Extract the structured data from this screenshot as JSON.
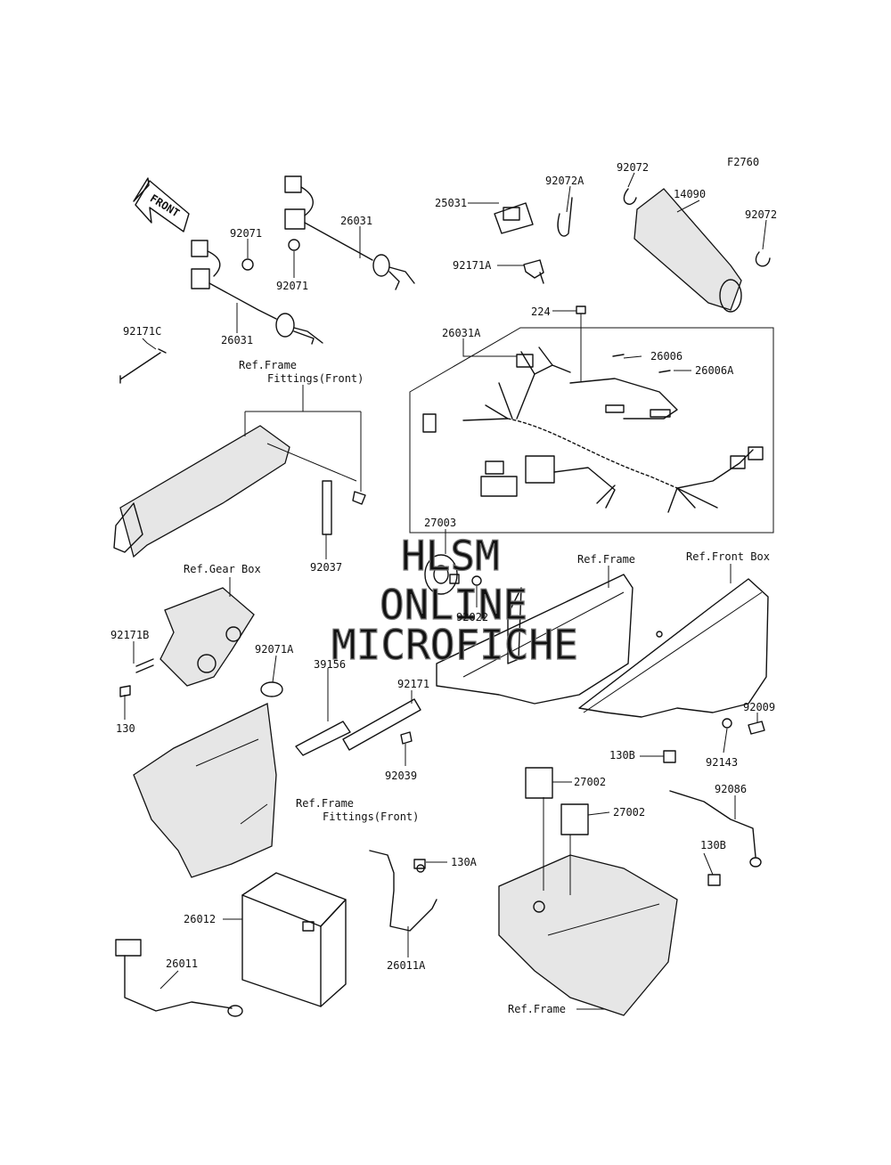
{
  "figure_code": "F2760",
  "front_arrow_text": "FRONT",
  "watermark": {
    "line1": "HLSM",
    "line2": "ONLINE",
    "line3": "MICROFICHE"
  },
  "labels": {
    "p92072_top": "92072",
    "p92072A": "92072A",
    "p14090": "14090",
    "p92072_right": "92072",
    "p25031": "25031",
    "p92171A": "92171A",
    "p26031_top": "26031",
    "p92071_a": "92071",
    "p92071_b": "92071",
    "p26031_left": "26031",
    "p92171C": "92171C",
    "p224": "224",
    "p26031A": "26031A",
    "p26006": "26006",
    "p26006A": "26006A",
    "ref_frame_fittings_front_1a": "Ref.Frame",
    "ref_frame_fittings_front_1b": "Fittings(Front)",
    "p92037": "92037",
    "p27003": "27003",
    "p92022": "92022",
    "ref_gear_box": "Ref.Gear Box",
    "ref_frame_1": "Ref.Frame",
    "ref_front_box": "Ref.Front Box",
    "p92171B": "92171B",
    "p130": "130",
    "p92071A": "92071A",
    "p39156": "39156",
    "p92171": "92171",
    "p92039": "92039",
    "p92009": "92009",
    "p92143": "92143",
    "p130B_top": "130B",
    "p92086": "92086",
    "p27002_a": "27002",
    "p27002_b": "27002",
    "ref_frame_fittings_front_2a": "Ref.Frame",
    "ref_frame_fittings_front_2b": "Fittings(Front)",
    "p130B_bottom": "130B",
    "p130A": "130A",
    "p26012": "26012",
    "p26011": "26011",
    "p26011A": "26011A",
    "ref_frame_2": "Ref.Frame"
  }
}
